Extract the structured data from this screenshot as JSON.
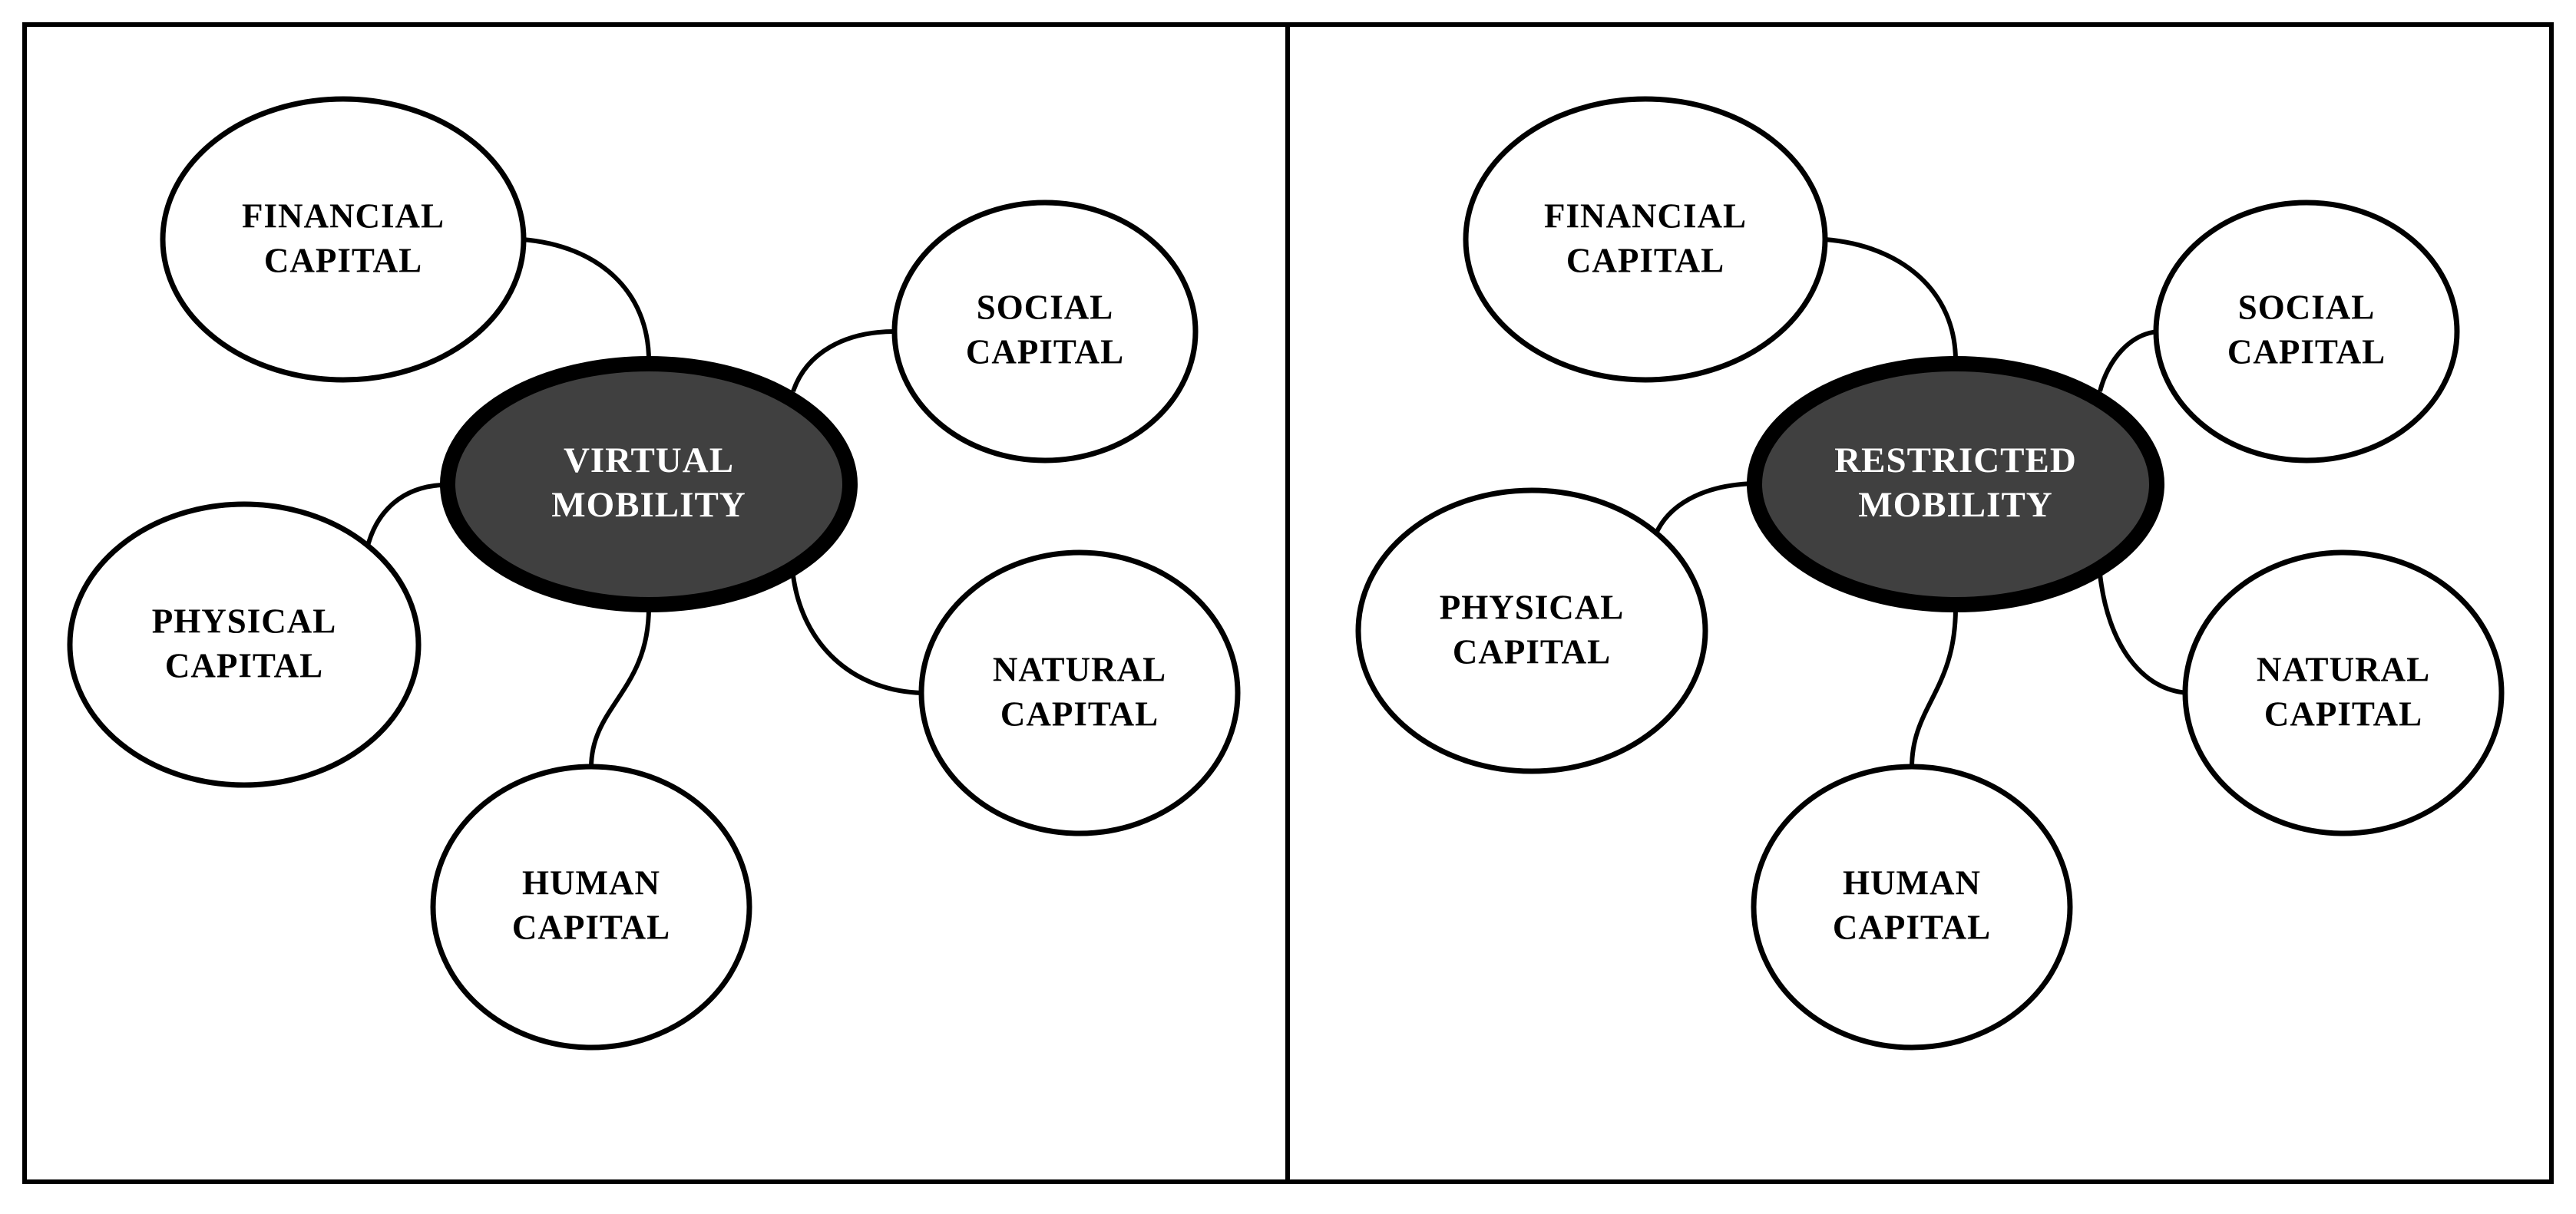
{
  "colors": {
    "center_fill": "#404040",
    "outer_fill": "#ffffff",
    "stroke": "#000000",
    "center_text": "#ffffff",
    "outer_text": "#000000"
  },
  "left_panel": {
    "center": {
      "line1": "VIRTUAL",
      "line2": "MOBILITY"
    },
    "financial": {
      "line1": "FINANCIAL",
      "line2": "CAPITAL"
    },
    "social": {
      "line1": "SOCIAL",
      "line2": "CAPITAL"
    },
    "physical": {
      "line1": "PHYSICAL",
      "line2": "CAPITAL"
    },
    "natural": {
      "line1": "NATURAL",
      "line2": "CAPITAL"
    },
    "human": {
      "line1": "HUMAN",
      "line2": "CAPITAL"
    }
  },
  "right_panel": {
    "center": {
      "line1": "RESTRICTED",
      "line2": "MOBILITY"
    },
    "financial": {
      "line1": "FINANCIAL",
      "line2": "CAPITAL"
    },
    "social": {
      "line1": "SOCIAL",
      "line2": "CAPITAL"
    },
    "physical": {
      "line1": "PHYSICAL",
      "line2": "CAPITAL"
    },
    "natural": {
      "line1": "NATURAL",
      "line2": "CAPITAL"
    },
    "human": {
      "line1": "HUMAN",
      "line2": "CAPITAL"
    }
  }
}
